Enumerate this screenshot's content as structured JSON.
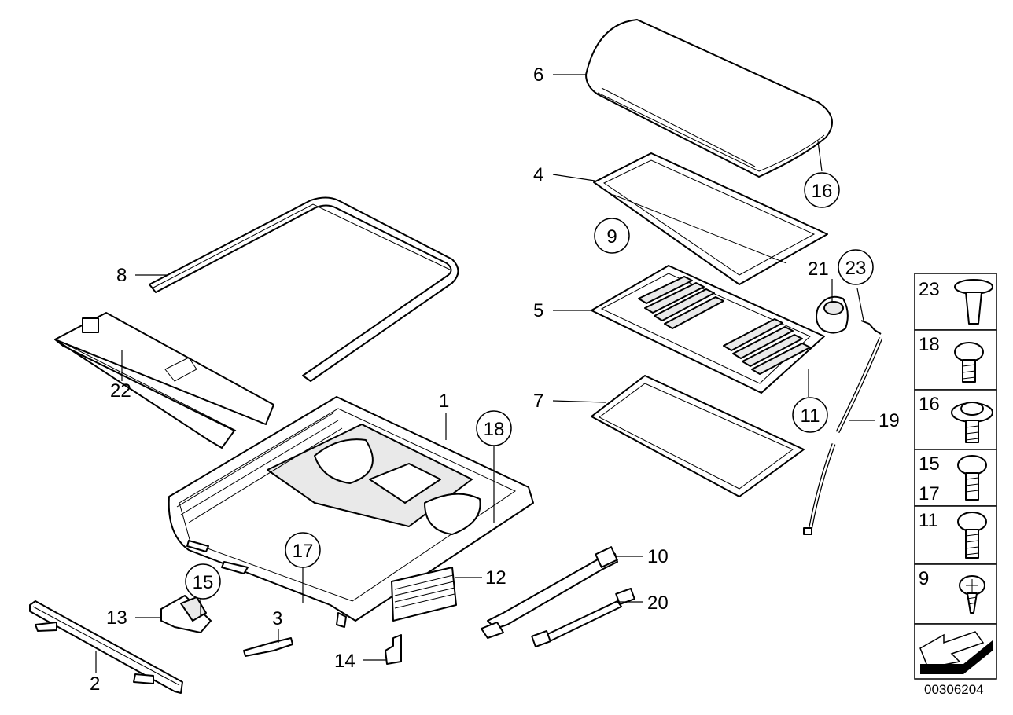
{
  "callouts": {
    "p1": "1",
    "p2": "2",
    "p3": "3",
    "p4": "4",
    "p5": "5",
    "p6": "6",
    "p7": "7",
    "p8": "8",
    "p10": "10",
    "p12": "12",
    "p13": "13",
    "p14": "14",
    "p19": "19",
    "p20": "20",
    "p21": "21",
    "p22": "22"
  },
  "circled": {
    "c9": "9",
    "c11": "11",
    "c15": "15",
    "c16": "16",
    "c17": "17",
    "c18": "18",
    "c23": "23"
  },
  "legend": {
    "l23": "23",
    "l18": "18",
    "l16": "16",
    "l15": "15",
    "l17": "17",
    "l11": "11",
    "l9": "9"
  },
  "drawing_id": "00306204"
}
